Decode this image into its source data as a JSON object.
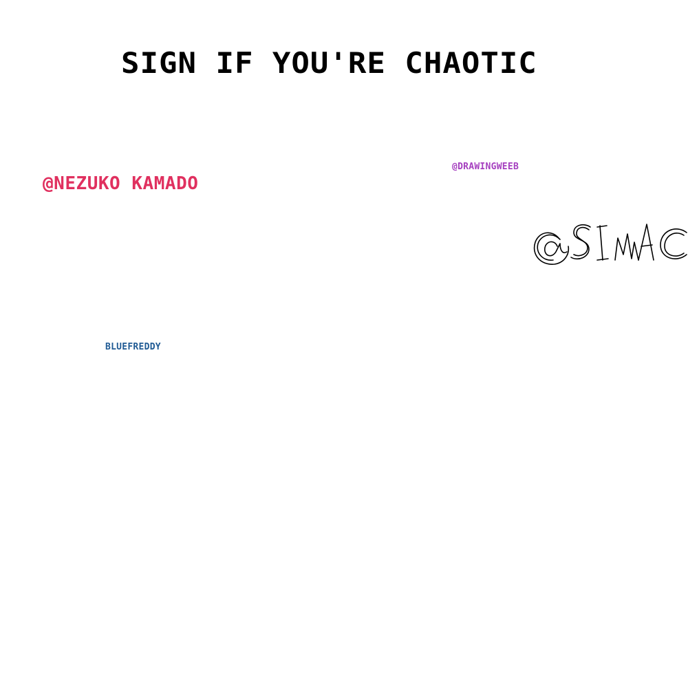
{
  "title": "SIGN IF YOU'RE CHAOTIC",
  "signatures": {
    "nezuko": {
      "text": "@NEZUKO KAMADO",
      "color": "#e0305f"
    },
    "drawingweeb": {
      "text": "@DRAWINGWEEB",
      "color": "#a53fbf"
    },
    "bluefreddy": {
      "text": "BLUEFREDDY",
      "color": "#1f5a94"
    },
    "simac": {
      "text": "@SIMAC",
      "color": "#000000",
      "style": "handwritten"
    }
  },
  "colors": {
    "background": "#ffffff",
    "title": "#000000"
  }
}
